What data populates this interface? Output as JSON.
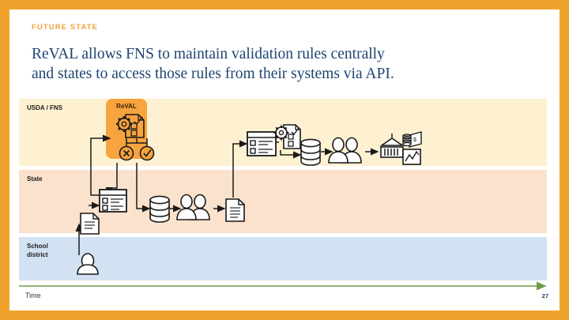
{
  "slide": {
    "eyebrow": "FUTURE STATE",
    "headline_line1": "ReVAL allows FNS to maintain validation rules centrally",
    "headline_line2": "and states to access those rules from their systems via API.",
    "page_number": "27"
  },
  "colors": {
    "frame_orange": "#EFA22B",
    "eyebrow_orange": "#F2A33C",
    "headline_navy": "#1D4471",
    "band_usda": "#FDF1D2",
    "band_state": "#FBE2CD",
    "band_school": "#D3E2F2",
    "reval_orange": "#F7A33E",
    "time_axis_green": "#6F9A4A",
    "stroke_black": "#1A1A1A"
  },
  "swimlanes": [
    {
      "id": "usda",
      "label": "USDA / FNS"
    },
    {
      "id": "state",
      "label": "State"
    },
    {
      "id": "school",
      "label": "School\ndistrict"
    }
  ],
  "reval": {
    "title": "ReVAL",
    "icons": [
      "gear-document-icon",
      "reject-circle-icon",
      "approve-circle-icon"
    ]
  },
  "axis": {
    "label": "Time",
    "direction": "left-to-right"
  },
  "flows": {
    "usda_row_icons": [
      "form-window-icon",
      "gear-document-icon",
      "database-icon",
      "two-people-icon",
      "government-building-icon",
      "money-stack-icon",
      "line-chart-icon"
    ],
    "state_row_icons": [
      "document-icon",
      "form-window-icon",
      "database-icon",
      "two-people-icon",
      "document-icon"
    ],
    "school_row_icons": [
      "person-icon"
    ]
  }
}
